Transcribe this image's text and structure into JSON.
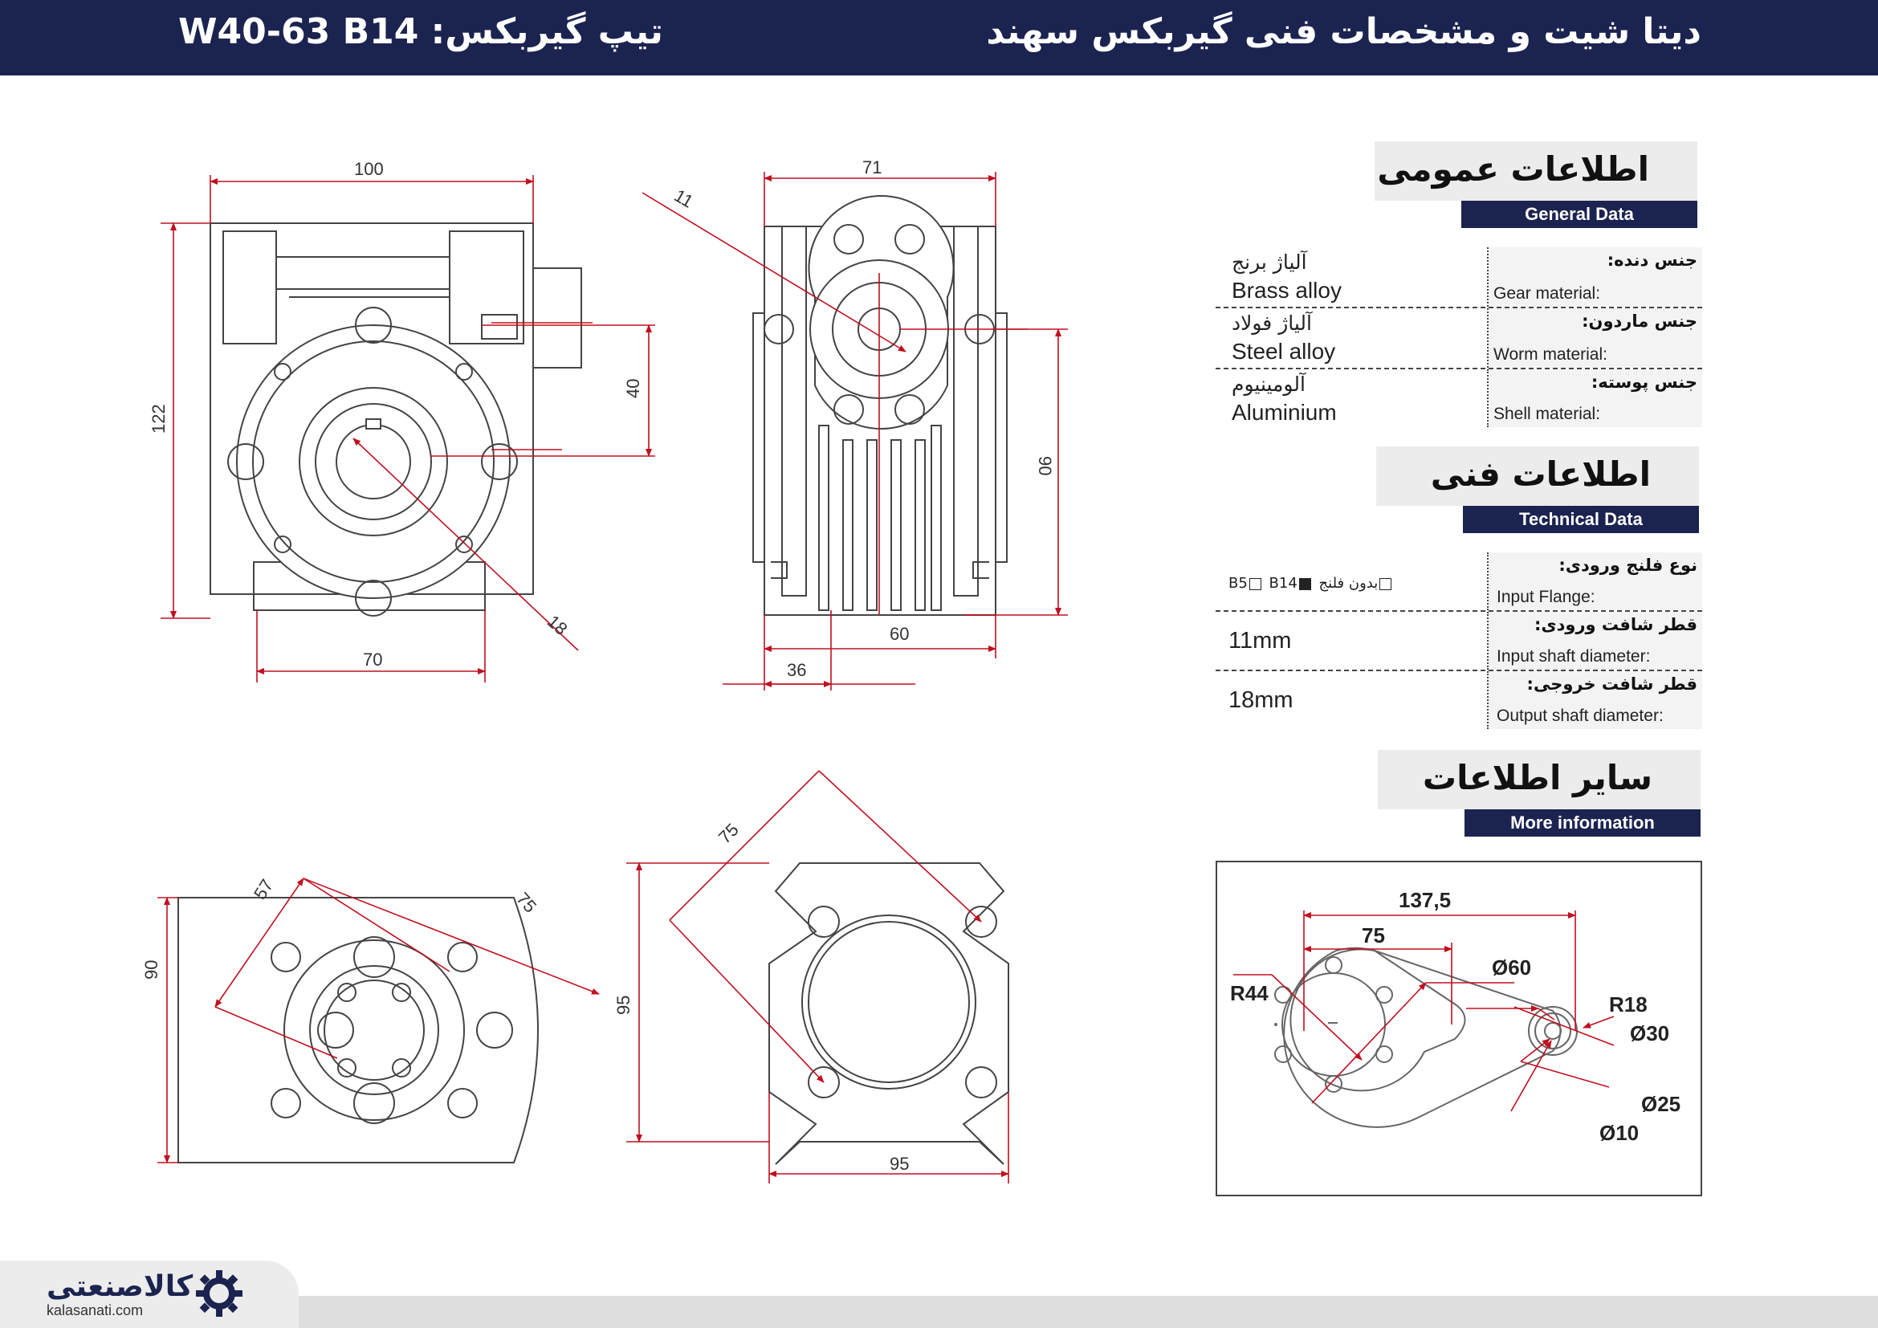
{
  "header": {
    "title": "دیتا شیت و مشخصات فنی گیربکس سهند",
    "type_label": "تیپ گیربکس: W40-63 B14"
  },
  "dimensions": {
    "front_width": "100",
    "front_height": "122",
    "front_offset": "40",
    "front_bottom": "70",
    "front_shaft": "18",
    "side_width": "71",
    "side_shaft": "11",
    "side_height": "90",
    "side_b1": "60",
    "side_b2": "36",
    "flange_height": "90",
    "flange_d1": "57",
    "flange_d2": "75",
    "square_diag": "75",
    "square_height": "95",
    "square_width": "95"
  },
  "general": {
    "title": "اطلاعات عمومی",
    "subtitle": "General Data",
    "rows": [
      {
        "fa_label": "جنس دنده:",
        "en_label": "Gear material:",
        "value_fa": "آلیاژ برنج",
        "value_en": "Brass alloy"
      },
      {
        "fa_label": "جنس ماردون:",
        "en_label": "Worm material:",
        "value_fa": "آلیاژ فولاد",
        "value_en": "Steel alloy"
      },
      {
        "fa_label": "جنس پوسته:",
        "en_label": "Shell material:",
        "value_fa": "آلومینیوم",
        "value_en": "Aluminium"
      }
    ]
  },
  "technical": {
    "title": "اطلاعات فنی",
    "subtitle": "Technical Data",
    "flange": {
      "fa_label": "نوع فلنج ورودی:",
      "en_label": "Input Flange:",
      "opt_b5": "B5",
      "opt_b14": "B14",
      "opt_none": "بدون فلنج",
      "selected": "B14"
    },
    "rows": [
      {
        "fa_label": "قطر شافت ورودی:",
        "en_label": "Input shaft diameter:",
        "value": "11mm"
      },
      {
        "fa_label": "قطر شافت خروجی:",
        "en_label": "Output shaft diameter:",
        "value": "18mm"
      }
    ]
  },
  "more": {
    "title": "سایر اطلاعات",
    "subtitle": "More information",
    "d_total": "137,5",
    "d_75": "75",
    "r44": "R44",
    "d60": "Ø60",
    "r18": "R18",
    "d30": "Ø30",
    "d25": "Ø25",
    "d10": "Ø10"
  },
  "footer": {
    "logo_fa": "کالاصنعتی",
    "logo_en": "kalasanati.com"
  },
  "colors": {
    "navy": "#1b2450",
    "dimension_red": "#c01020"
  }
}
